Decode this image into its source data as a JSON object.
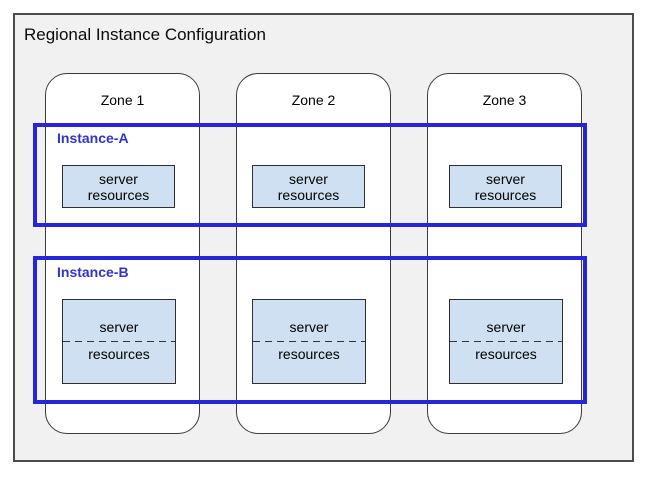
{
  "title": "Regional Instance Configuration",
  "zones": [
    {
      "label": "Zone 1"
    },
    {
      "label": "Zone 2"
    },
    {
      "label": "Zone 3"
    }
  ],
  "instances": [
    {
      "label": "Instance-A",
      "boxes": [
        {
          "line1": "server",
          "line2": "resources"
        },
        {
          "line1": "server",
          "line2": "resources"
        },
        {
          "line1": "server",
          "line2": "resources"
        }
      ]
    },
    {
      "label": "Instance-B",
      "boxes": [
        {
          "line1": "server",
          "line2": "resources"
        },
        {
          "line1": "server",
          "line2": "resources"
        },
        {
          "line1": "server",
          "line2": "resources"
        }
      ]
    }
  ],
  "colors": {
    "canvas_background": "#ffffff",
    "region_fill": "#f1f1f1",
    "region_border": "#4c4c4c",
    "zone_fill": "#ffffff",
    "zone_border": "#3c3c3c",
    "instance_border": "#2626d8",
    "instance_label_text": "#3333cc",
    "server_box_fill": "#cfe0f2",
    "server_box_border": "#2f2f2f",
    "text": "#000000"
  }
}
